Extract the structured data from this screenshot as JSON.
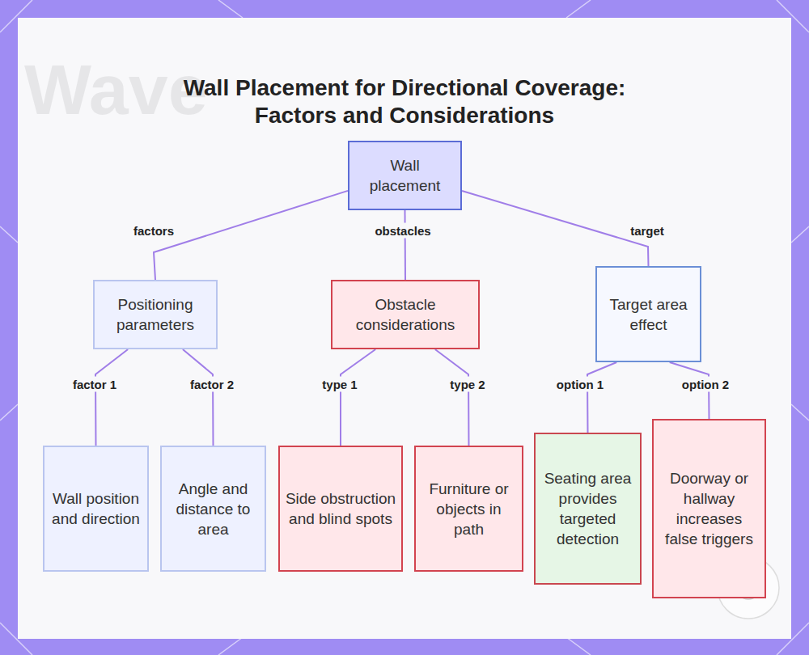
{
  "diagram": {
    "title": "Wall Placement for Directional Coverage: Factors and Considerations",
    "nodes": [
      {
        "text": [
          "Wall placement"
        ]
      },
      {
        "text": [
          "Positioning parameters"
        ]
      },
      {
        "text": [
          "Obstacle considerations"
        ]
      },
      {
        "text": [
          "Target area effect"
        ]
      },
      {
        "text": [
          "Wall position and direction"
        ]
      },
      {
        "text": [
          "Angle and distance to area"
        ]
      },
      {
        "text": [
          "Side obstruction and blind spots"
        ]
      },
      {
        "text": [
          "Furniture or objects in path"
        ]
      },
      {
        "text": [
          "Seating area provides targeted detection"
        ]
      },
      {
        "text": [
          "Doorway or hallway increases false triggers"
        ]
      }
    ],
    "edges": [
      {
        "from": 0,
        "to": 1,
        "label": "factors",
        "arrow": "none"
      },
      {
        "from": 0,
        "to": 2,
        "label": "obstacles",
        "arrow": "none"
      },
      {
        "from": 0,
        "to": 3,
        "label": "target",
        "arrow": "none"
      },
      {
        "from": 1,
        "to": 4,
        "label": "factor 1",
        "arrow": "none"
      },
      {
        "from": 1,
        "to": 5,
        "label": "factor 2",
        "arrow": "none"
      },
      {
        "from": 2,
        "to": 6,
        "label": "type 1",
        "arrow": "none"
      },
      {
        "from": 2,
        "to": 7,
        "label": "type 2",
        "arrow": "none"
      },
      {
        "from": 3,
        "to": 8,
        "label": "option 1",
        "arrow": "none"
      },
      {
        "from": 3,
        "to": 9,
        "label": "option 2",
        "arrow": "none"
      }
    ],
    "labels": [
      "Wave"
    ]
  }
}
